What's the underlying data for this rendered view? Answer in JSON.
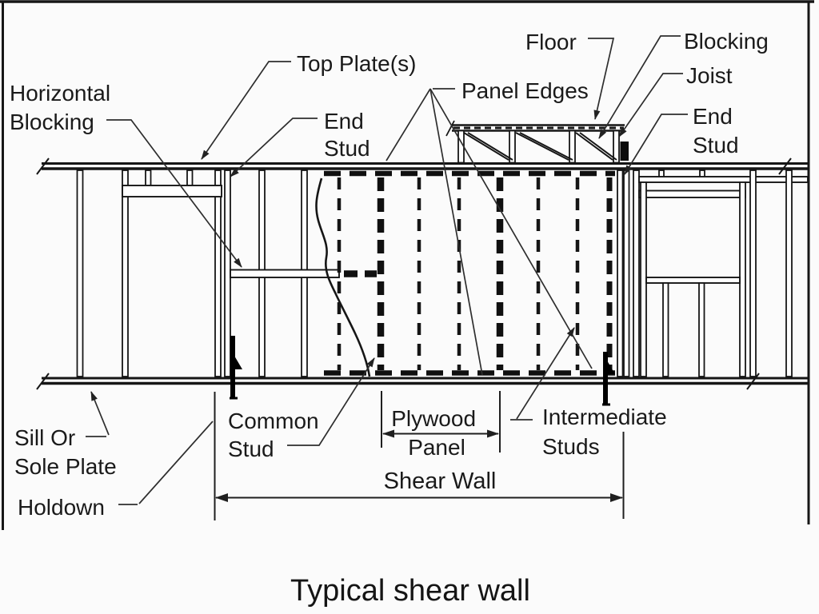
{
  "colors": {
    "ink": "#1a1a1a",
    "background": "#fbfbfb",
    "frame_border": "#3c3c3c"
  },
  "caption": "Typical shear wall",
  "labels": {
    "horizontal_blocking": {
      "lines": [
        "Horizontal",
        "Blocking"
      ]
    },
    "top_plates": {
      "text": "Top Plate(s)"
    },
    "end_stud_left": {
      "lines": [
        "End",
        "Stud"
      ]
    },
    "panel_edges": {
      "text": "Panel Edges"
    },
    "floor": {
      "text": "Floor"
    },
    "blocking": {
      "text": "Blocking"
    },
    "joist": {
      "text": "Joist"
    },
    "end_stud_right": {
      "lines": [
        "End",
        "Stud"
      ]
    },
    "sill_or_sole_plate": {
      "lines": [
        "Sill Or",
        "Sole Plate"
      ]
    },
    "holdown": {
      "text": "Holdown"
    },
    "common_stud": {
      "lines": [
        "Common",
        "Stud"
      ]
    },
    "plywood_panel": {
      "lines": [
        "Plywood",
        "Panel"
      ]
    },
    "intermediate_studs": {
      "lines": [
        "Intermediate",
        "Studs"
      ]
    },
    "shear_wall": {
      "text": "Shear Wall"
    }
  }
}
